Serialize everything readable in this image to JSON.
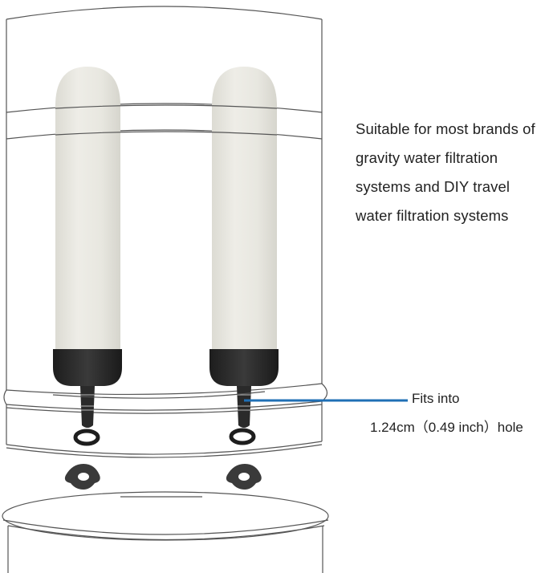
{
  "description": {
    "lines": [
      "Suitable for most brands of",
      "gravity water filtration",
      "systems and DIY travel",
      "water filtration systems"
    ]
  },
  "callout": {
    "title": "Fits into",
    "value": "1.24cm（0.49 inch）hole",
    "line_color": "#1f6fb5"
  },
  "illustration": {
    "filter_count": 2,
    "parts": [
      "ceramic-filter-candle",
      "filter-stem",
      "o-ring",
      "wing-nut",
      "upper-chamber",
      "lower-chamber"
    ],
    "colors": {
      "ceramic": "#e9e8e1",
      "base": "#2b2b2b",
      "outline": "#555555"
    }
  }
}
